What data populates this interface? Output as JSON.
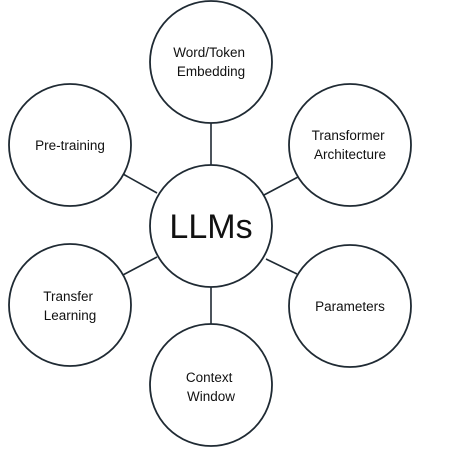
{
  "center": {
    "label": "LLMs"
  },
  "nodes": [
    {
      "id": "word-token-embedding",
      "lines": [
        "Word/Token",
        "Embedding"
      ]
    },
    {
      "id": "transformer-architecture",
      "lines": [
        "Transformer",
        "Architecture"
      ]
    },
    {
      "id": "parameters",
      "lines": [
        "Parameters"
      ]
    },
    {
      "id": "context-window",
      "lines": [
        "Context",
        "Window"
      ]
    },
    {
      "id": "transfer-learning",
      "lines": [
        "Transfer",
        "Learning"
      ]
    },
    {
      "id": "pre-training",
      "lines": [
        "Pre-training"
      ]
    }
  ],
  "colors": {
    "stroke": "#1f2a33",
    "fill": "#ffffff",
    "text": "#111111"
  }
}
